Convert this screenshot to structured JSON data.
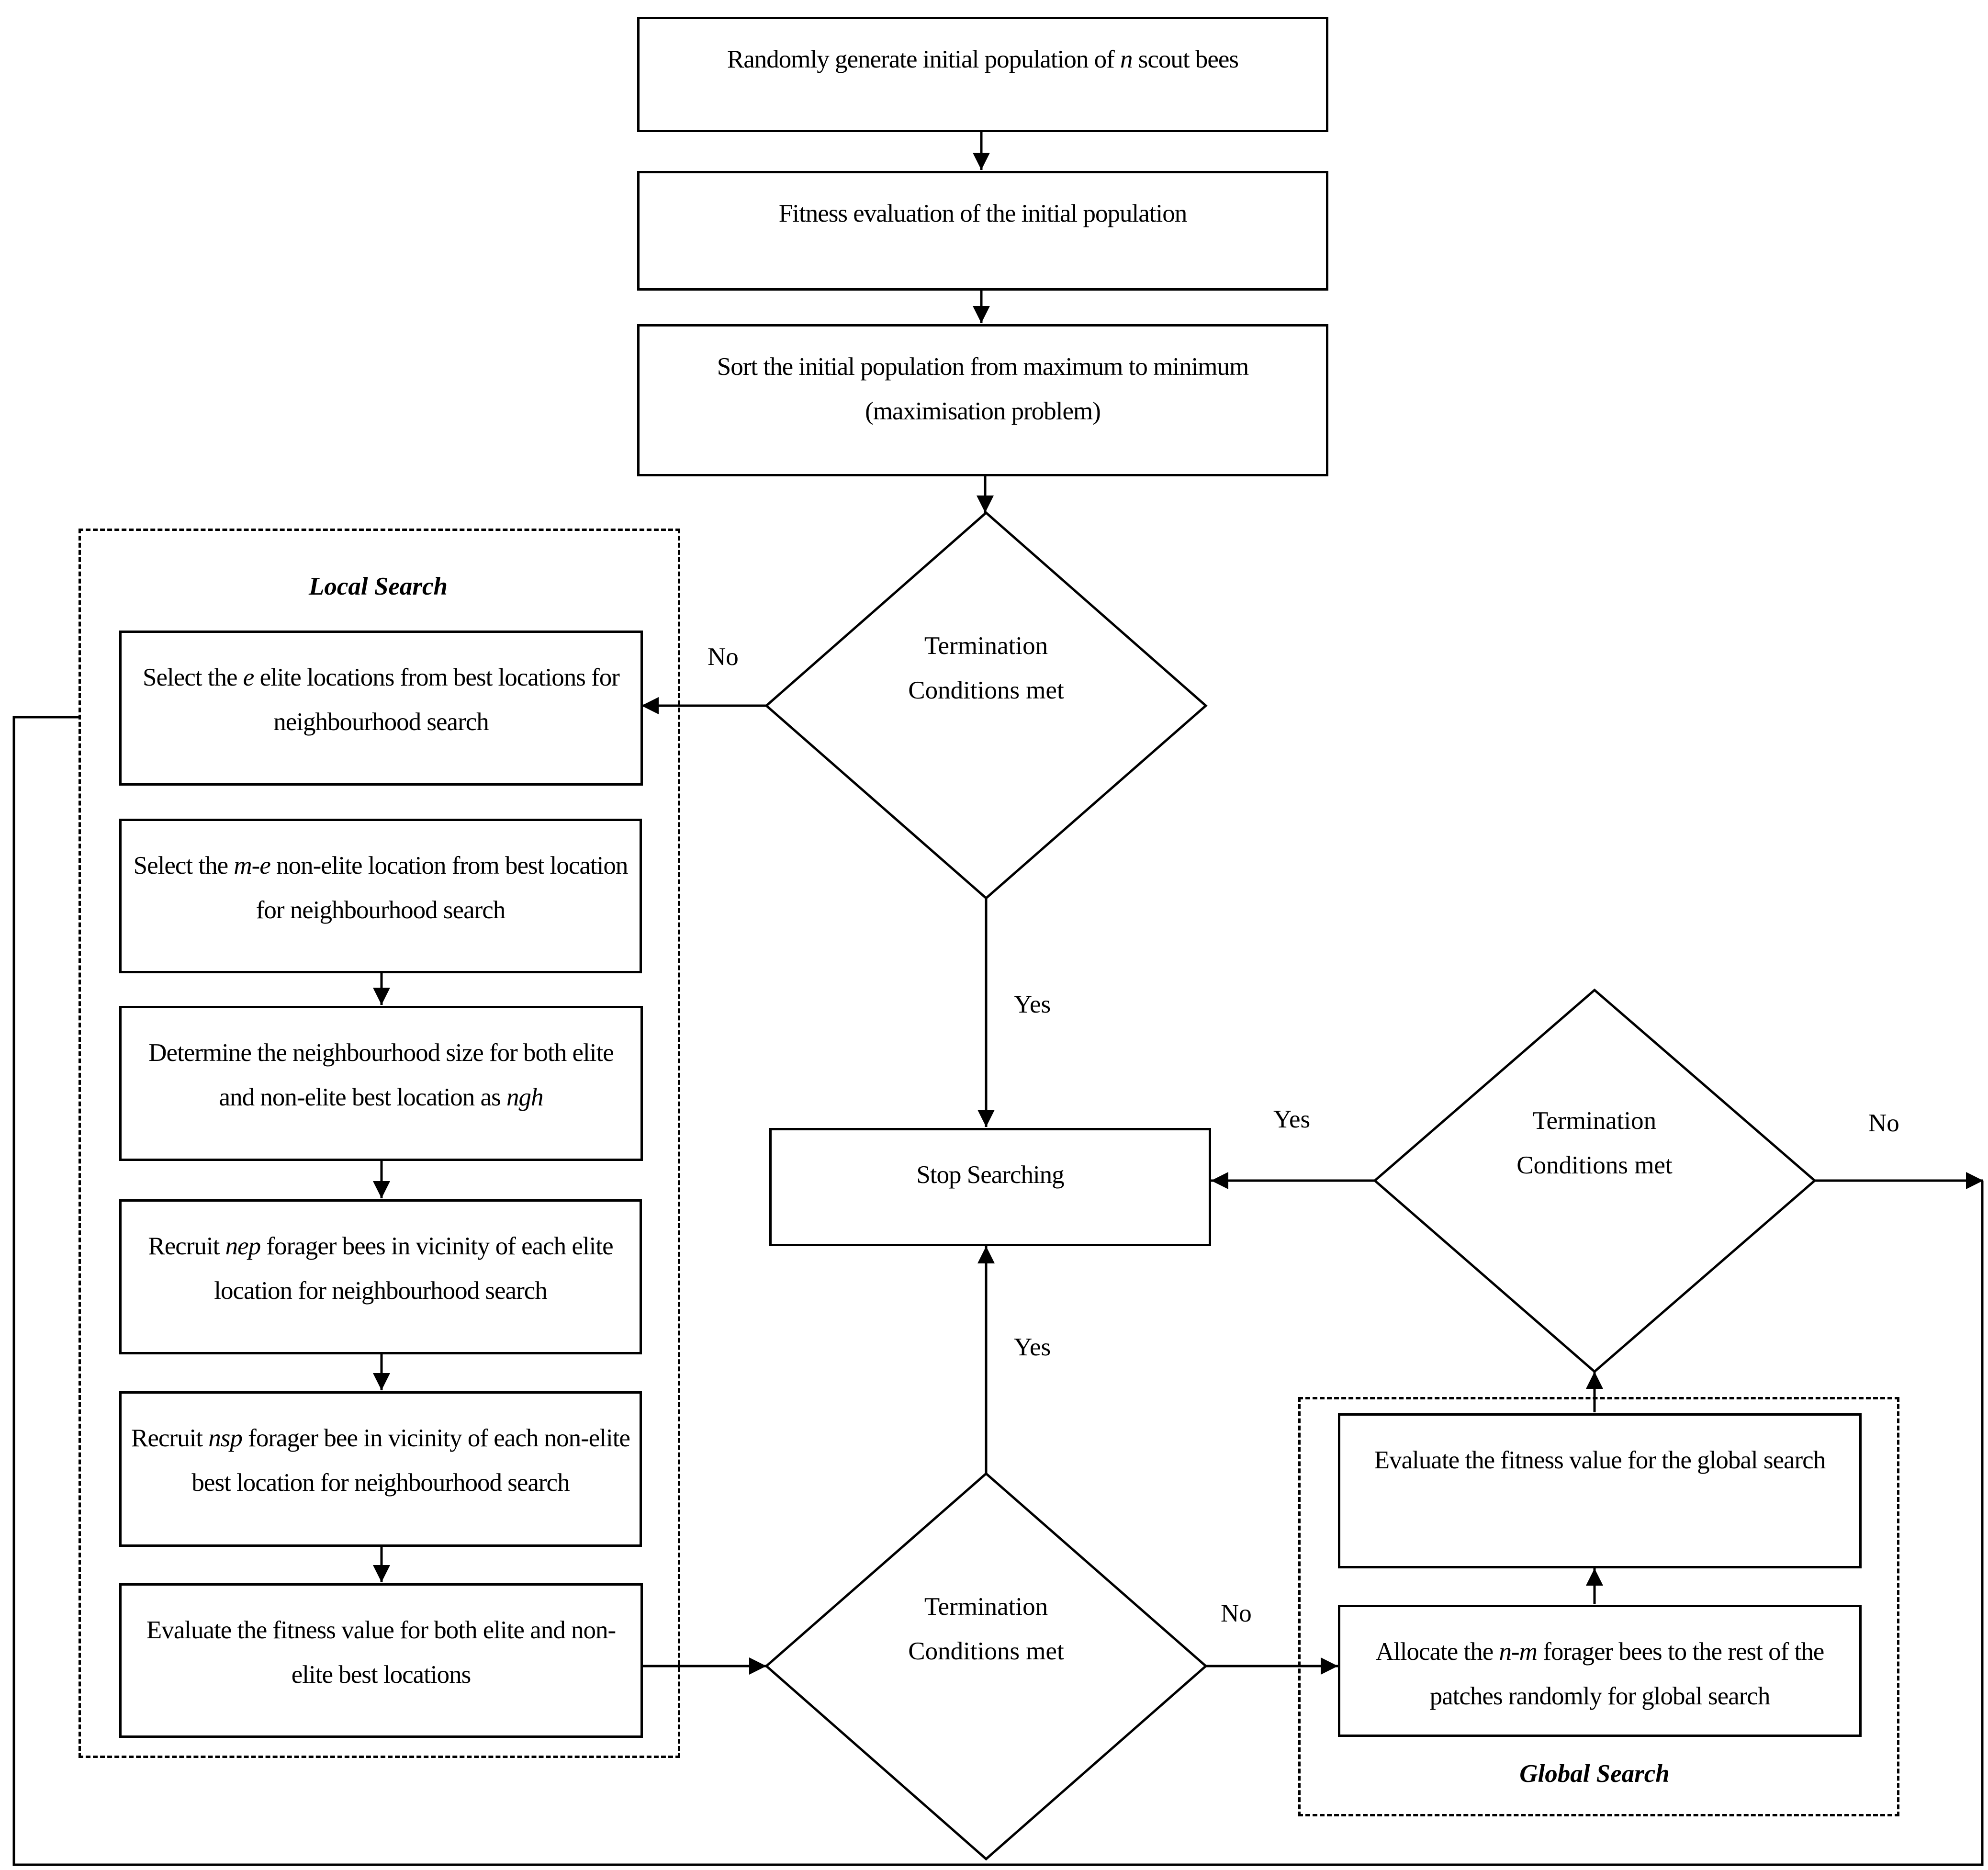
{
  "steps": {
    "init": {
      "before": "Randomly generate initial population of ",
      "var": "n",
      "after": " scout bees"
    },
    "fitness_initial": {
      "text": "Fitness evaluation of the initial population"
    },
    "sort": {
      "text": "Sort the initial population from maximum to minimum (maximisation problem)"
    },
    "select_elite": {
      "before": "Select the ",
      "var": "e",
      "after": " elite locations from best locations for neighbourhood search"
    },
    "select_non_elite": {
      "before": "Select the ",
      "var": "m-e",
      "after": " non-elite location from best location for neighbourhood search"
    },
    "neighbourhood_size": {
      "before": "Determine the neighbourhood size for both elite and non-elite best location as ",
      "var": "ngh",
      "after": ""
    },
    "recruit_nep": {
      "before": "Recruit ",
      "var": "nep",
      "after": " forager bees in vicinity of each elite location for neighbourhood search"
    },
    "recruit_nsp": {
      "before": "Recruit ",
      "var": "nsp",
      "after": " forager bee in vicinity of each non-elite best location for neighbourhood search"
    },
    "evaluate_local": {
      "text": "Evaluate the fitness value for both elite and non-elite best locations"
    },
    "stop": {
      "text": "Stop Searching"
    },
    "evaluate_global": {
      "text": "Evaluate the fitness value for the global search"
    },
    "allocate": {
      "before": "Allocate the ",
      "var": "n-m",
      "after": " forager bees to the rest of the patches randomly for global search"
    }
  },
  "decisions": {
    "top": {
      "line1": "Termination",
      "line2": "Conditions met"
    },
    "bottom": {
      "line1": "Termination",
      "line2": "Conditions met"
    },
    "right": {
      "line1": "Termination",
      "line2": "Conditions met"
    }
  },
  "edge_labels": {
    "top_no": "No",
    "top_yes": "Yes",
    "bottom_yes": "Yes",
    "bottom_no": "No",
    "right_yes": "Yes",
    "right_no": "No"
  },
  "groups": {
    "local": "Local Search",
    "global": "Global Search"
  }
}
